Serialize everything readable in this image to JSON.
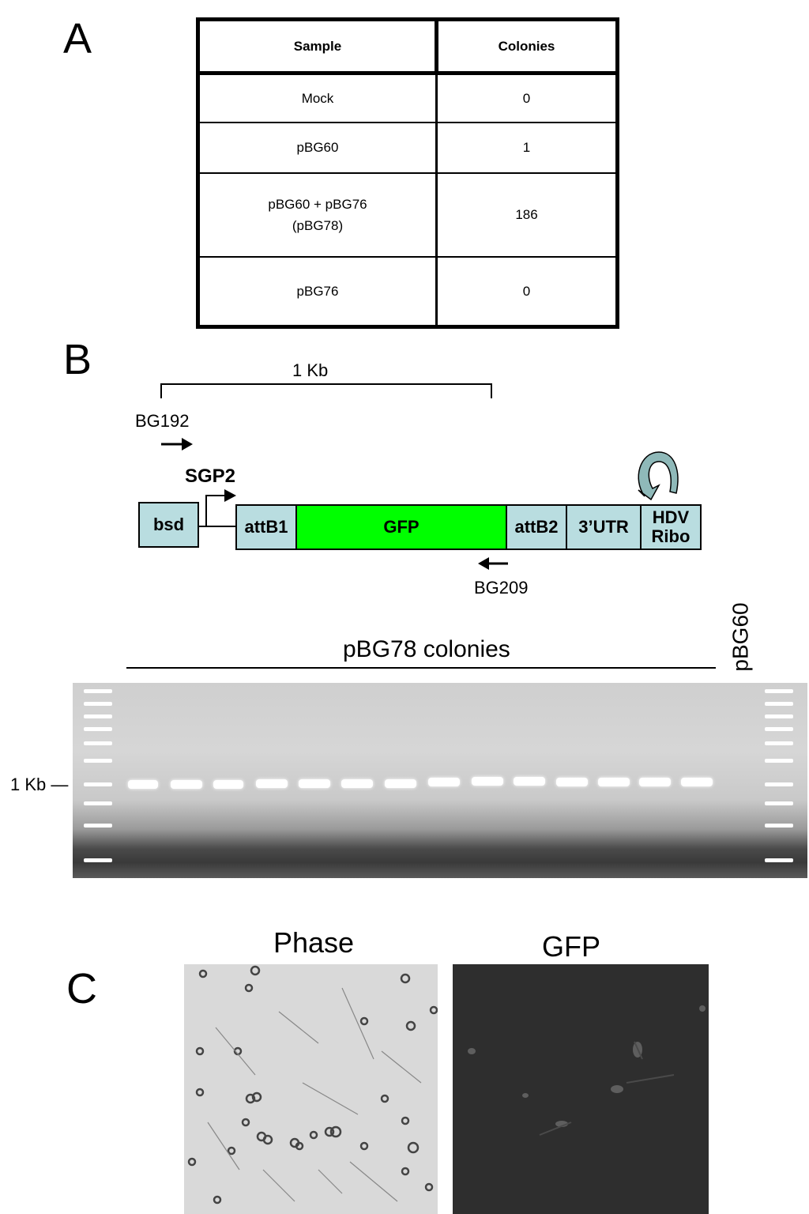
{
  "panels": {
    "a": "A",
    "b": "B",
    "c": "C"
  },
  "table": {
    "headers": [
      "Sample",
      "Colonies"
    ],
    "rows": [
      {
        "sample": "Mock",
        "colonies": "0"
      },
      {
        "sample": "pBG60",
        "colonies": "1"
      },
      {
        "sample_line1": "pBG60 + pBG76",
        "sample_line2": "(pBG78)",
        "colonies": "186"
      },
      {
        "sample": "pBG76",
        "colonies": "0"
      }
    ]
  },
  "diagram": {
    "scale_label": "1 Kb",
    "primer_forward": "BG192",
    "primer_reverse": "BG209",
    "promoter": "SGP2",
    "elements": [
      "bsd",
      "attB1",
      "GFP",
      "attB2",
      "3’UTR",
      "HDV",
      "Ribo"
    ]
  },
  "gel": {
    "group_label": "pBG78 colonies",
    "control_label": "pBG60",
    "marker_label": "1 Kb —"
  },
  "micrographs": {
    "left": "Phase",
    "right": "GFP"
  },
  "colors": {
    "gfp_box": "#00ff00",
    "element_box": "#b9dde0",
    "arrow_fill": "#8fb9b9"
  }
}
